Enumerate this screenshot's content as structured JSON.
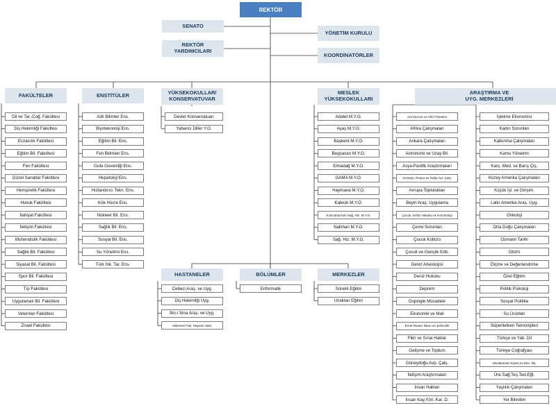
{
  "rektor": "REKTÖR",
  "senato": "SENATO",
  "rektor_yardimcilari": "REKTÖR\nYARDIMCILARI",
  "yonetim_kurulu": "YÖNETİM KURULU",
  "koordinatorler": "KOORDİNATÖRLER",
  "units": {
    "fakulteler": {
      "title": "FAKÜLTELER",
      "items": [
        "Dil ve Tar.-Coğ. Fakültesi",
        "Diş Hekimliği Fakültesi",
        "Eczacılık Fakültesi",
        "Eğitim Bil. Fakültesi",
        "Fen Fakültesi",
        "Güzel Sanatlar Fakültesi",
        "Hemşirelik Fakültesi",
        "Hukuk Fakültesi",
        "İlahiyat Fakültesi",
        "İletişim Fakültesi",
        "Mühendislik Fakültesi",
        "Sağlık Bil. Fakültesi",
        "Siyasal Bil. Fakültesi",
        "Spor Bil. Fakültesi",
        "Tıp Fakültesi",
        "Uygulamalı Bil. Fakültesi",
        "Veteriner Fakültesi",
        "Ziraat Fakültesi"
      ]
    },
    "enstituler": {
      "title": "ENSTİTÜLER",
      "items": [
        "Adli Bilimler Ens.",
        "Biyoteknoloji Ens.",
        "Eğitim Bil. Ens.",
        "Fen Bilimleri Ens.",
        "Gıda Güvenliği Ens.",
        "Hepatoloji Ens.",
        "Hızlandırıcı Tekn. Ens.",
        "Kök Hücre Ens.",
        "Nükleer Bil. Ens.",
        "Sağlık Bil. Ens.",
        "Sosyal Bil. Ens.",
        "Su Yönetimi Ens.",
        "Türk İnk. Tar. Ens."
      ]
    },
    "yuksekokullar": {
      "title": "YÜKSEKOKULLAR/\nKONSERVATUVAR",
      "items": [
        "Devlet Konservatuarı",
        "Yabancı Diller Y.O."
      ]
    },
    "meslek": {
      "title": "MESLEK\nYÜKSEKOKULLARI",
      "items": [
        "Adalet M.Y.O.",
        "Ayaş M.Y.O.",
        "Başkent M.Y.O.",
        "Beypazarı M.Y.O.",
        "Elmadağ M.Y.O.",
        "GAMA M.Y.O.",
        "Haymana M.Y.O.",
        "Kalecik M.Y.O.",
        "Kızılcahamam Sağ. Hiz. M.Y.O.",
        "Nallıhan M.Y.O.",
        "Sağ. Hiz. M.Y.O."
      ]
    },
    "hastaneler": {
      "title": "HASTANELER",
      "items": [
        "Cebeci Araş. ve Uyg.",
        "Diş Hekimliği Uyg.",
        "İbn-i Sina Araş. ve Uyg.",
        "Veteriner Fak. Hayvan Hast."
      ]
    },
    "bolumler": {
      "title": "BÖLÜMLER",
      "items": [
        "Enformatik"
      ]
    },
    "merkezler": {
      "title": "MERKEZLER",
      "items": [
        "Sürekli Eğitim",
        "Uzaktan Eğitim"
      ]
    },
    "arastirma": {
      "title": "ARAŞTIRMA VE\nUYG. MERKEZLERİ",
      "col1": [
        "Acil Durum ve Afet Yönetimi",
        "Afrika Çalışmaları",
        "Ankara Çalışmaları",
        "Astronomi ve Uzay Bil.",
        "Asya-Pasifik Araştırmaları",
        "Avrasya, Rusya ve Doğu Avr. Çalş.",
        "Avrupa Toplulukları",
        "Beyin Araş. Uygulama",
        "Çocuk, Enfizi Hukuku ve Kriminoloji",
        "Çevre Sorunları",
        "Çocuk Kültürü",
        "Çocuk ve Gençlik Edb.",
        "Deniz Arkeolojisi",
        "Deniz Hukuku",
        "Deprem",
        "Dopingle Mücadele",
        "Ekonomik ve Mali",
        "Ernst Reuter İskan ve Şehircilik",
        "Fikri ve Sınai Haklar",
        "Gelişme ve Toplum",
        "Güneydoğu Avp. Çalş.",
        "İletişim Araştırmaları",
        "İnsan Hakları",
        "İnsan Kay.Yön. Kar. D."
      ],
      "col2": [
        "İşletme Ekonomisi",
        "Kadın Sorunları",
        "Kalkınma Çalışmaları",
        "Kamu Yönetimi",
        "Karş. Med. ve Barış Çlş.",
        "Kuzey Amerika Çalışmaları",
        "Küçük İşl. ve Girişim.",
        "Latin Amerika Araş. Uyg.",
        "Onkoloji",
        "Orta Doğu Çalışmaları",
        "Osmanlı Tarihi",
        "Otizm",
        "Ölçme ve Değerlendirme",
        "Özel Eğitim",
        "Politik Psikoloji",
        "Sosyal Politika",
        "Su Ürünleri",
        "Süperiletken Teknolojileri",
        "Türkçe ve Yab. Dil",
        "Türkiye Coğrafyası",
        "Uluslararası Siyasi ve Eko. İliş.",
        "Üre.Sağ.Teş.Ted.Eğt.",
        "Yaşlılık Çalışmaları",
        "Yer Bilimleri"
      ]
    }
  }
}
